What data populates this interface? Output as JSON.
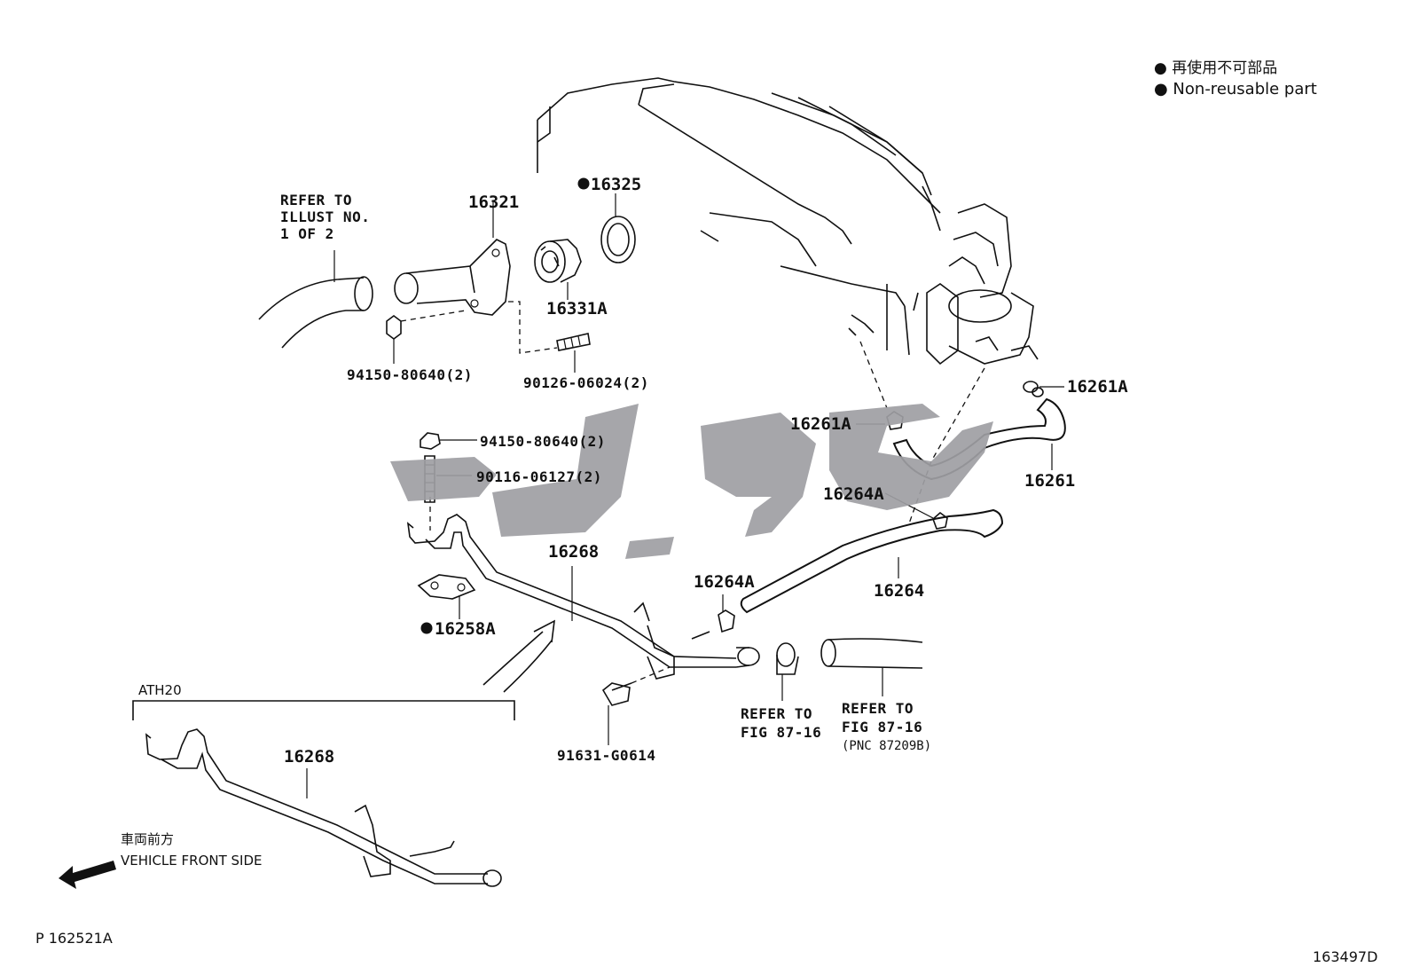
{
  "legend": {
    "line_jp": "● 再使用不可部品",
    "line_en": "● Non-reusable part"
  },
  "refer_illust": [
    "REFER TO",
    "ILLUST NO.",
    "1 OF 2"
  ],
  "parts": {
    "p16321": "16321",
    "p16325": "16325",
    "p16331A": "16331A",
    "p94150a": "94150-80640(2)",
    "p90126": "90126-06024(2)",
    "p94150b": "94150-80640(2)",
    "p90116": "90116-06127(2)",
    "p16261A_right": "16261A",
    "p16261A_left": "16261A",
    "p16261": "16261",
    "p16264A_upper": "16264A",
    "p16264": "16264",
    "p16268": "16268",
    "p16264A_lower": "16264A",
    "p16258A": "16258A",
    "p91631": "91631-G0614",
    "p16268_variant": "16268"
  },
  "refer_fig_a": [
    "REFER TO",
    "FIG 87-16"
  ],
  "refer_fig_b": [
    "REFER TO",
    "FIG 87-16",
    "(PNC 87209B)"
  ],
  "variant_label": "ATH20",
  "direction": {
    "jp": "車両前方",
    "en": "VEHICLE FRONT SIDE"
  },
  "footer": {
    "left_code": "P 162521A",
    "right_code": "163497D"
  },
  "colors": {
    "ink": "#111111",
    "watermark": "#9e9ea3"
  }
}
